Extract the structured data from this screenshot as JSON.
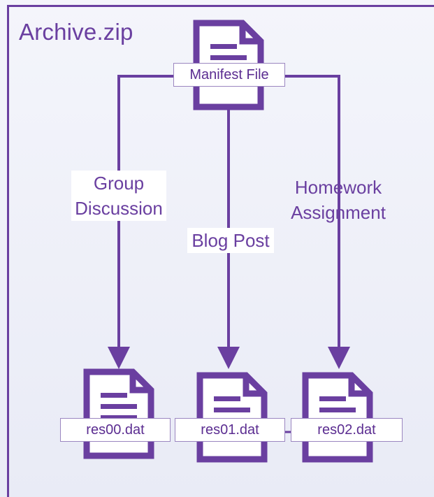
{
  "title": "Archive.zip",
  "colors": {
    "accent": "#6a3fa0",
    "text": "#5b2d91"
  },
  "manifest": {
    "label": "Manifest File",
    "icon": "document-icon"
  },
  "edges": [
    {
      "line1": "Group",
      "line2": "Discussion"
    },
    {
      "line1": "Blog Post"
    },
    {
      "line1": "Homework",
      "line2": "Assignment"
    }
  ],
  "files": [
    {
      "label": "res00.dat",
      "icon": "document-icon"
    },
    {
      "label": "res01.dat",
      "icon": "document-icon"
    },
    {
      "label": "res02.dat",
      "icon": "document-icon"
    }
  ]
}
